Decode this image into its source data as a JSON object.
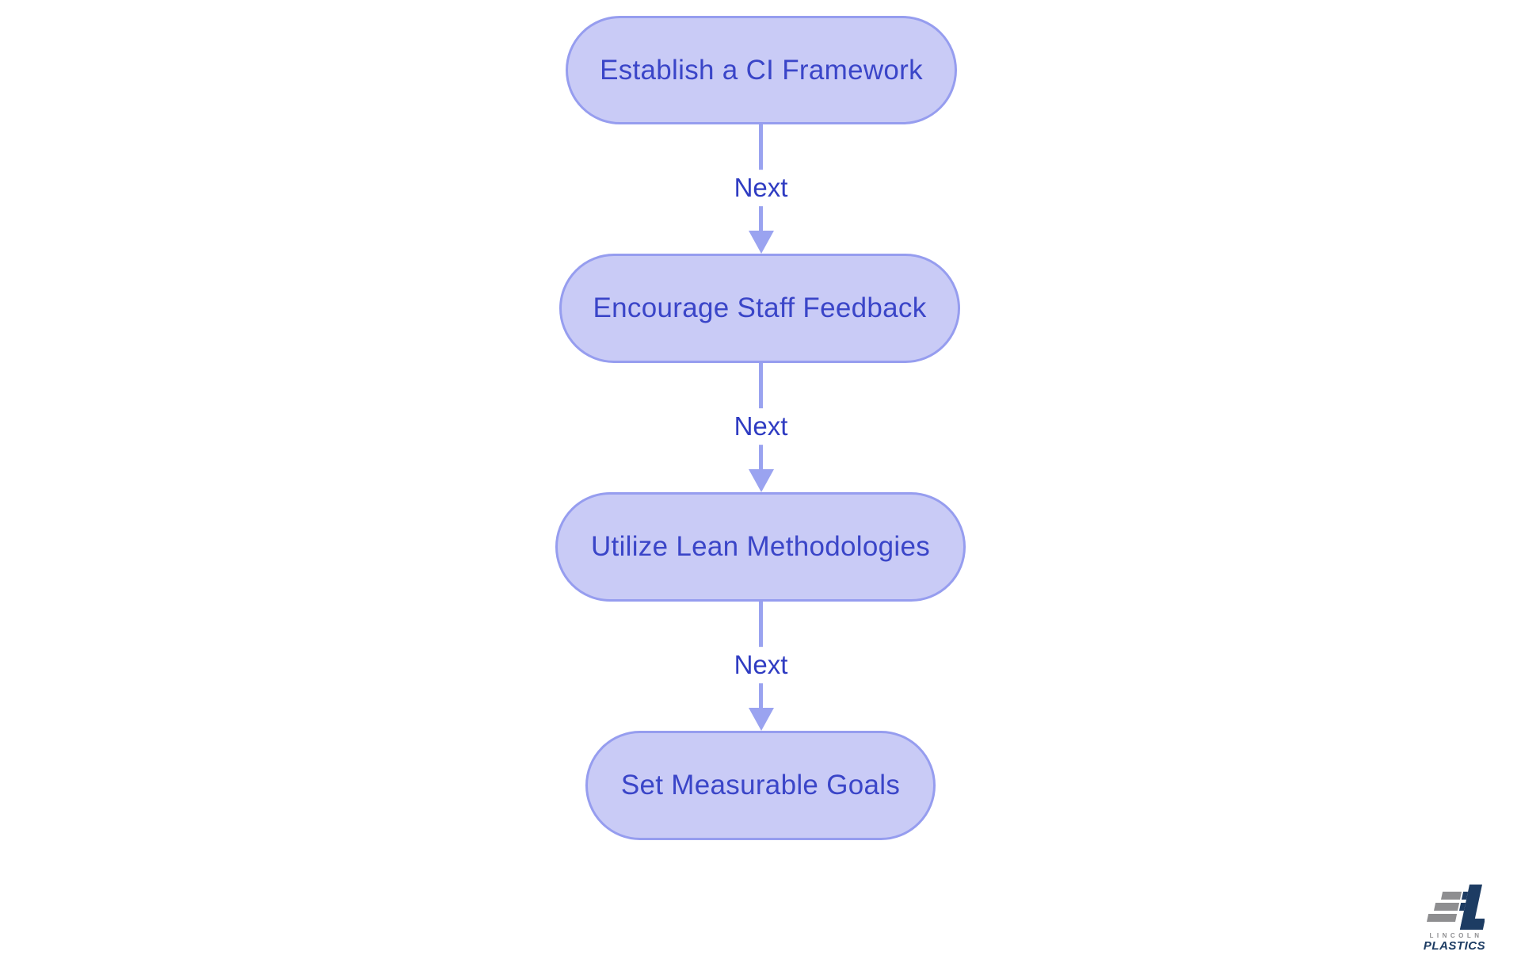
{
  "flowchart": {
    "nodes": [
      {
        "label": "Establish a CI Framework"
      },
      {
        "label": "Encourage Staff Feedback"
      },
      {
        "label": "Utilize Lean Methodologies"
      },
      {
        "label": "Set Measurable Goals"
      }
    ],
    "edges": [
      {
        "label": "Next"
      },
      {
        "label": "Next"
      },
      {
        "label": "Next"
      }
    ],
    "colors": {
      "node_fill": "#C9CBF6",
      "node_border": "#969DEF",
      "node_text": "#3A45C8",
      "edge_line": "#9AA3F0",
      "edge_label_text": "#2F3CC2"
    }
  },
  "logo": {
    "company_top": "LINCOLN",
    "company_bottom": "PLASTICS",
    "navy": "#1D3C63",
    "gray": "#8E8E90"
  }
}
